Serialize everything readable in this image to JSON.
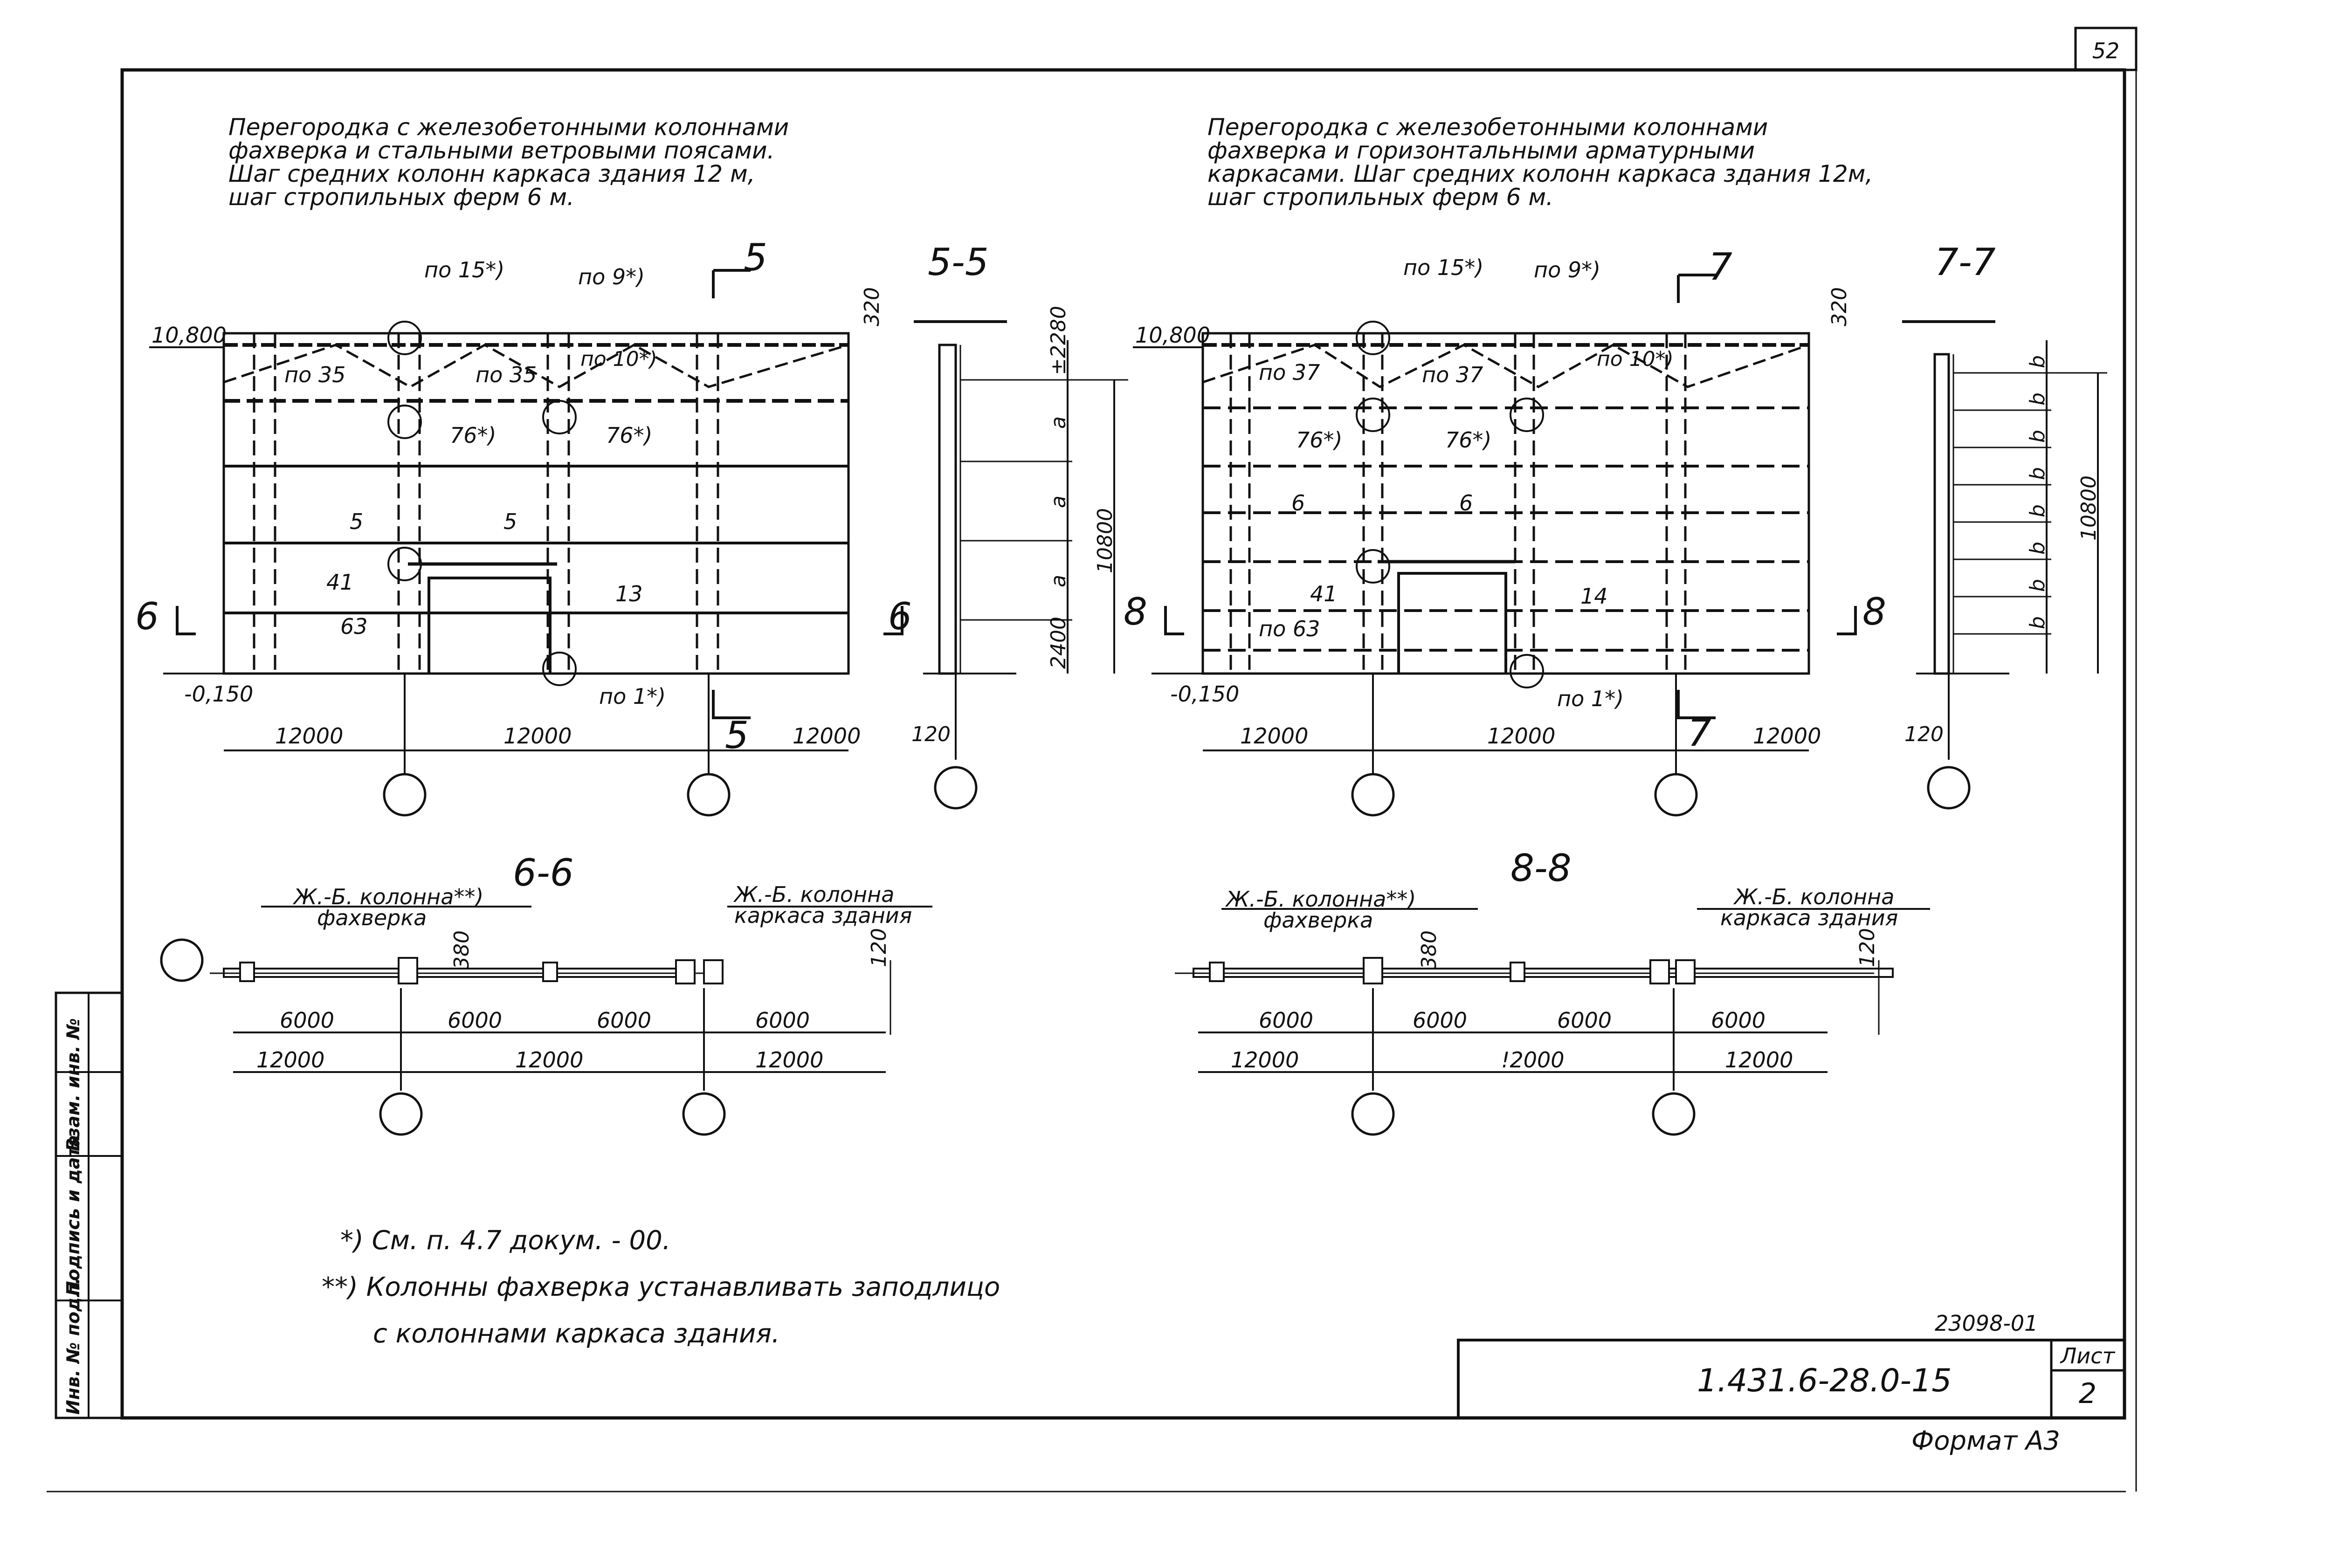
{
  "sheet": {
    "page_number": "52",
    "doc_number": "23098-01",
    "code": "1.431.6-28.0-15",
    "sheet_label": "Лист",
    "sheet_value": "2",
    "format": "Формат А3",
    "stamp_labels": [
      "Инв. № подл.",
      "Подпись и дата",
      "Взам. инв. №"
    ]
  },
  "left": {
    "title": [
      "Перегородка с железобетонными колоннами",
      "фахверка и стальными ветровыми поясами.",
      "Шаг средних колонн каркаса здания 12 м,",
      "шаг стропильных ферм 6 м."
    ],
    "elevation": {
      "level_top": "10,800",
      "level_bottom": "-0,150",
      "dim_top": "320",
      "callouts": [
        "по 15*)",
        "по 9*)",
        "по 10*)",
        "76*)",
        "76*)",
        "по 1*)"
      ],
      "marks": [
        "по 35",
        "по 35",
        "5",
        "5",
        "41",
        "63",
        "13"
      ],
      "spans": [
        "12000",
        "12000",
        "12000"
      ],
      "cut_mark": "5",
      "side_mark": "6"
    },
    "section": {
      "title": "5-5",
      "dims": [
        "±2280",
        "a",
        "a",
        "a",
        "2400"
      ],
      "total": "10800",
      "thickness": "120"
    },
    "plan": {
      "title": "6-6",
      "label_a_1": "Ж.-Б. колонна**)",
      "label_a_2": "фахверка",
      "label_b_1": "Ж.-Б. колонна",
      "label_b_2": "каркаса здания",
      "dim_380": "380",
      "dim_120": "120",
      "spans_6": [
        "6000",
        "6000",
        "6000",
        "6000"
      ],
      "spans_12": [
        "12000",
        "12000",
        "12000"
      ]
    }
  },
  "right": {
    "title": [
      "Перегородка с железобетонными колоннами",
      "фахверка и горизонтальными арматурными",
      "каркасами. Шаг средних колонн каркаса здания 12м,",
      "шаг стропильных ферм 6 м."
    ],
    "elevation": {
      "level_top": "10,800",
      "level_bottom": "-0,150",
      "dim_top": "320",
      "callouts": [
        "по 15*)",
        "по 9*)",
        "по 10*)",
        "76*)",
        "76*)",
        "по 1*)"
      ],
      "marks": [
        "по 37",
        "по 37",
        "6",
        "6",
        "41",
        "по 63",
        "14"
      ],
      "spans": [
        "12000",
        "12000",
        "12000"
      ],
      "cut_mark": "7",
      "side_mark": "8"
    },
    "section": {
      "title": "7-7",
      "dims": [
        "b",
        "b",
        "b",
        "b",
        "b",
        "b",
        "b",
        "b"
      ],
      "total": "10800",
      "thickness": "120"
    },
    "plan": {
      "title": "8-8",
      "label_a_1": "Ж.-Б. колонна**)",
      "label_a_2": "фахверка",
      "label_b_1": "Ж.-Б. колонна",
      "label_b_2": "каркаса здания",
      "dim_380": "380",
      "dim_120": "120",
      "spans_6": [
        "6000",
        "6000",
        "6000",
        "6000"
      ],
      "spans_12": [
        "12000",
        "!2000",
        "12000"
      ]
    }
  },
  "notes": [
    "*) См. п. 4.7 докум. - 00.",
    "**) Колонны фахверка устанавливать заподлицо",
    "с колоннами каркаса здания."
  ]
}
